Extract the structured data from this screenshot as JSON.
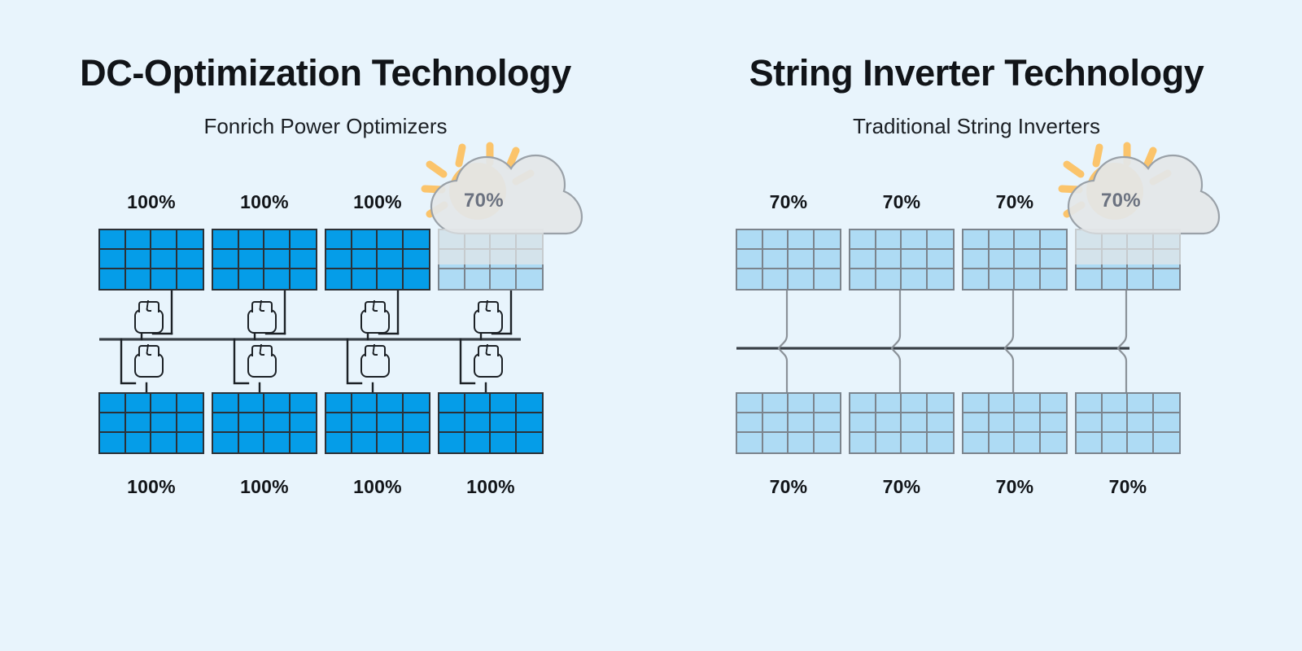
{
  "background_color": "#e8f4fc",
  "colors": {
    "panel_full": "#059de8",
    "panel_full_border": "#2b3137",
    "panel_shaded": "#aedbf4",
    "panel_shaded_border": "#7b848d",
    "sun": "#fbc46b",
    "cloud": "#e3e6e8",
    "cloud_border": "#9aa1a8",
    "cloud_text": "#6b7280",
    "wire_dark": "#1c2126",
    "wire_gray": "#8b9299",
    "title_text": "#111418"
  },
  "sections": [
    {
      "id": "dc-optimization",
      "title": "DC-Optimization Technology",
      "subtitle": "Fonrich Power Optimizers",
      "has_optimizers": true,
      "top_row": {
        "labels": [
          "100%",
          "100%",
          "100%",
          "70%"
        ],
        "panel_states": [
          "full",
          "full",
          "full",
          "shaded"
        ]
      },
      "bottom_row": {
        "labels": [
          "100%",
          "100%",
          "100%",
          "100%"
        ],
        "panel_states": [
          "full",
          "full",
          "full",
          "full"
        ]
      },
      "weather": {
        "cloud_label": "70%",
        "sun_icon": "sun-icon",
        "cloud_icon": "cloud-icon"
      }
    },
    {
      "id": "string-inverter",
      "title": "String Inverter Technology",
      "subtitle": "Traditional String Inverters",
      "has_optimizers": false,
      "top_row": {
        "labels": [
          "70%",
          "70%",
          "70%",
          "70%"
        ],
        "panel_states": [
          "shaded",
          "shaded",
          "shaded",
          "shaded"
        ]
      },
      "bottom_row": {
        "labels": [
          "70%",
          "70%",
          "70%",
          "70%"
        ],
        "panel_states": [
          "shaded",
          "shaded",
          "shaded",
          "shaded"
        ]
      },
      "weather": {
        "cloud_label": "70%",
        "sun_icon": "sun-icon",
        "cloud_icon": "cloud-icon"
      }
    }
  ]
}
